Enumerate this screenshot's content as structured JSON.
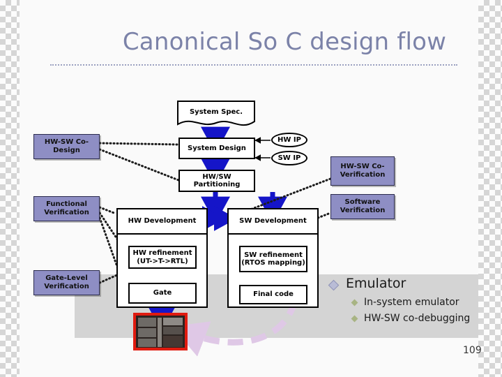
{
  "slide": {
    "title": "Canonical So C design flow",
    "page_number": "109"
  },
  "flow": {
    "system_spec": "System Spec.",
    "system_design": "System Design",
    "hw_sw_partitioning": "HW/SW Partitioning",
    "hw_ip": "HW IP",
    "sw_ip": "SW IP",
    "hw_development": "HW Development",
    "sw_development": "SW Development",
    "hw_refinement": "HW refinement (UT->T->RTL)",
    "sw_refinement": "SW refinement (RTOS mapping)",
    "gate": "Gate",
    "final_code": "Final code"
  },
  "left_column": {
    "hw_sw_codesign": "HW-SW Co-Design",
    "functional_verification": "Functional Verification",
    "gate_level_verification": "Gate-Level Verification"
  },
  "right_column": {
    "hw_sw_coverification": "HW-SW Co-Verification",
    "software_verification": "Software Verification"
  },
  "bullets": {
    "level1": "Emulator",
    "level2": [
      "In-system emulator",
      "HW-SW co-debugging"
    ]
  },
  "colors": {
    "title": "#7b82a8",
    "purple_box": "#8e8ec4",
    "arrow_blue": "#1515c8",
    "band_gray": "#d4d4d4",
    "chip_border": "#e01b10",
    "lavender_arrow": "#dfc8e6",
    "bullet_green": "#a8b483"
  }
}
